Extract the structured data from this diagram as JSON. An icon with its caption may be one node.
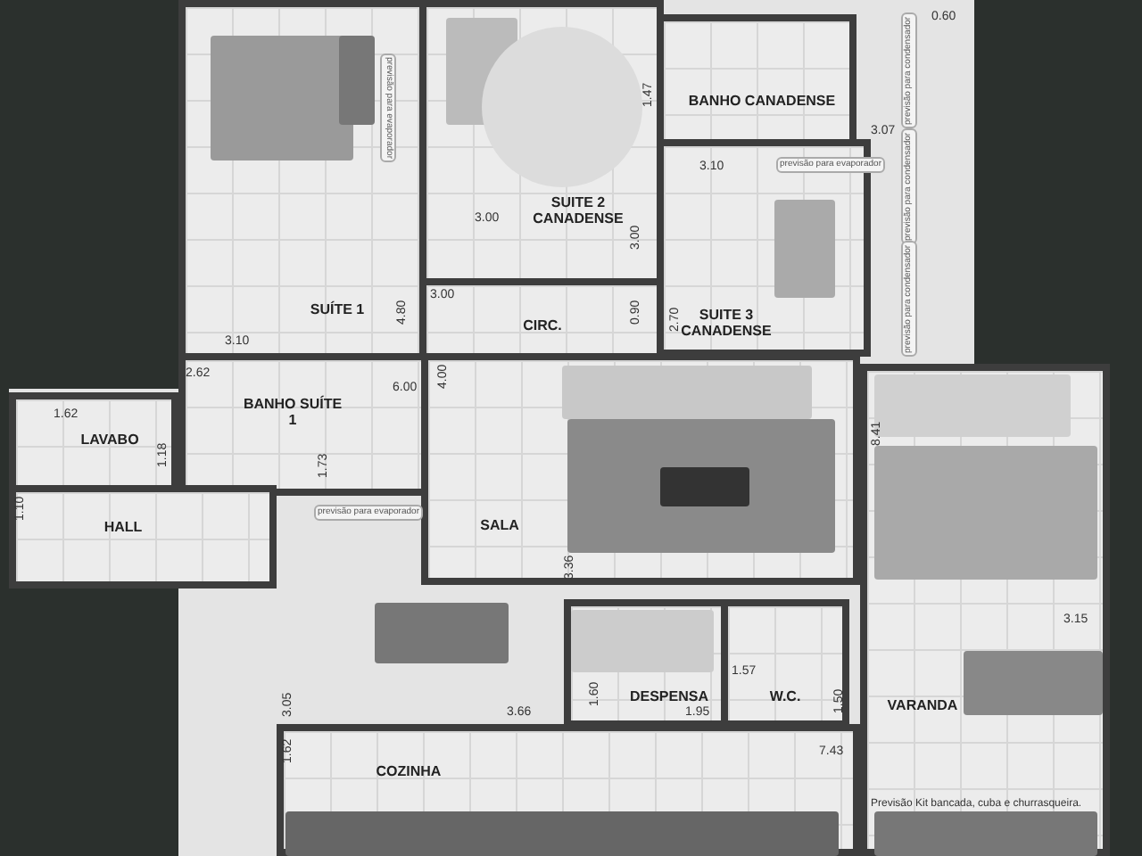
{
  "diagram": {
    "nodes": [
      {
        "text": [
          "SUÍTE 1"
        ]
      },
      {
        "text": [
          "SUITE 2 CANADENSE"
        ]
      },
      {
        "text": [
          "BANHO CANADENSE"
        ]
      },
      {
        "text": [
          "SUITE 3 CANADENSE"
        ]
      },
      {
        "text": [
          "CIRC."
        ]
      },
      {
        "text": [
          "LAVABO"
        ]
      },
      {
        "text": [
          "BANHO SUÍTE 1"
        ]
      },
      {
        "text": [
          "HALL"
        ]
      },
      {
        "text": [
          "SALA"
        ]
      },
      {
        "text": [
          "DESPENSA"
        ]
      },
      {
        "text": [
          "W.C."
        ]
      },
      {
        "text": [
          "VARANDA"
        ]
      },
      {
        "text": [
          "COZINHA"
        ]
      }
    ],
    "labels": [
      "previsão para evaporador",
      "0.60",
      "previsão para condensador",
      "1.47",
      "3.07",
      "3.10",
      "previsão para evaporador",
      "previsão para condensador",
      "3.00",
      "3.00",
      "previsão para condensador",
      "3.00",
      "0.90",
      "2.70",
      "3.10",
      "4.80",
      "2.62",
      "6.00",
      "4.00",
      "1.62",
      "1.18",
      "1.73",
      "previsão para evaporador",
      "8.41",
      "1.10",
      "3.36",
      "3.15",
      "1.57",
      "3.05",
      "3.66",
      "1.60",
      "1.95",
      "1.50",
      "1.62",
      "7.43",
      "Previsão Kit bancada, cuba e churrasqueira."
    ]
  }
}
